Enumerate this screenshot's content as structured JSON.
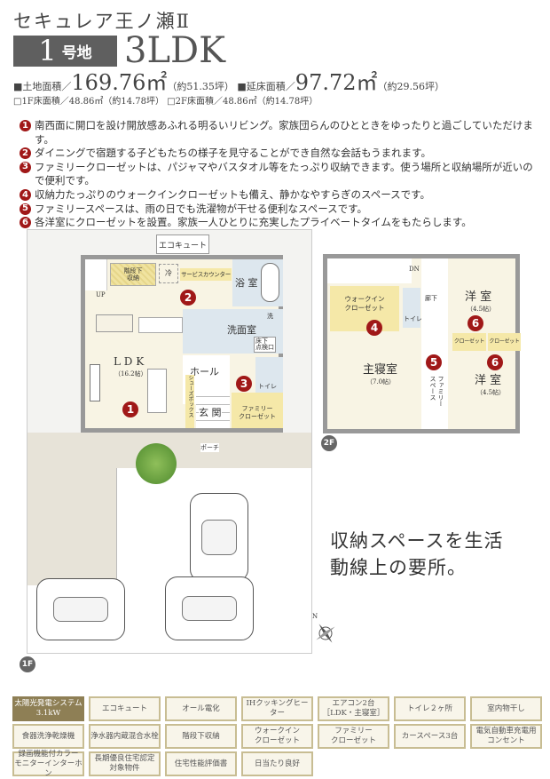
{
  "header": {
    "property_name": "セキュレア王ノ瀬Ⅱ",
    "lot_number": "1",
    "lot_label": "号地",
    "plan_type": "3LDK",
    "land_area_label": "■土地面積／",
    "land_area_value": "169.76㎡",
    "land_area_tsubo": "（約51.35坪）",
    "floor_area_label": "■延床面積／",
    "floor_area_value": "97.72㎡",
    "floor_area_tsubo": "（約29.56坪）",
    "floor1_area": "□1F床面積／48.86㎡（約14.78坪）",
    "floor2_area": "□2F床面積／48.86㎡（約14.78坪）"
  },
  "description": [
    {
      "num": "1",
      "text": "南西面に開口を設け開放感あふれる明るいリビング。家族団らんのひとときをゆったりと過ごしていただけます。"
    },
    {
      "num": "2",
      "text": "ダイニングで宿題する子どもたちの様子を見守ることができ自然な会話もうまれます。"
    },
    {
      "num": "3",
      "text": "ファミリークローゼットは、パジャマやバスタオル等をたっぷり収納できます。使う場所と収納場所が近いので便利です。"
    },
    {
      "num": "4",
      "text": "収納力たっぷりのウォークインクローゼットも備え、静かなやすらぎのスペースです。"
    },
    {
      "num": "5",
      "text": "ファミリースペースは、雨の日でも洗濯物が干せる便利なスペースです。"
    },
    {
      "num": "6",
      "text": "各洋室にクローゼットを設置。家族一人ひとりに充実したプライベートタイムをもたらします。"
    }
  ],
  "floor1": {
    "tag": "1F",
    "ecocute": "エコキュート",
    "stair_storage": "階段下\n収納",
    "fridge": "冷",
    "service_counter": "サービスカウンター",
    "bath": "浴 室",
    "washroom": "洗面室",
    "washer": "洗",
    "underfloor": "床下\n点検口",
    "ldk": "L D K",
    "ldk_size": "（16.2帖）",
    "hall": "ホール",
    "toilet": "トイレ",
    "shoebox": "シューズボックス",
    "entrance": "玄 関",
    "family_closet": "ファミリー\nクローゼット",
    "porch": "ポーチ",
    "up": "UP"
  },
  "floor2": {
    "tag": "2F",
    "dn": "DN",
    "walkin": "ウォークイン\nクローゼット",
    "toilet": "トイレ",
    "corridor": "廊下",
    "western1": "洋 室",
    "western1_size": "（4.5帖）",
    "closet1": "クローゼット",
    "closet2": "クローゼット",
    "master": "主寝室",
    "master_size": "（7.0帖）",
    "family_space": "ファミリー\nスペース",
    "western2": "洋 室",
    "western2_size": "（4.5帖）"
  },
  "slogan": [
    "収納スペースを生活",
    "動線上の要所。"
  ],
  "compass": "N",
  "features": [
    {
      "label": "太陽光発電システム\n3.1kW",
      "highlight": true
    },
    {
      "label": "エコキュート"
    },
    {
      "label": "オール電化"
    },
    {
      "label": "IHクッキングヒーター"
    },
    {
      "label": "エアコン2台\n［LDK・主寝室］"
    },
    {
      "label": "トイレ２ヶ所"
    },
    {
      "label": "室内物干し"
    },
    {
      "label": "食器洗浄乾燥機"
    },
    {
      "label": "浄水器内蔵混合水栓"
    },
    {
      "label": "階段下収納"
    },
    {
      "label": "ウォークイン\nクローゼット"
    },
    {
      "label": "ファミリー\nクローゼット"
    },
    {
      "label": "カースペース3台"
    },
    {
      "label": "電気自動車充電用\nコンセント"
    },
    {
      "label": "録画機能付カラー\nモニターインターホン"
    },
    {
      "label": "長期優良住宅認定\n対象物件"
    },
    {
      "label": "住宅性能評価書"
    },
    {
      "label": "日当たり良好"
    }
  ],
  "colors": {
    "accent_red": "#a01818",
    "lot_box": "#5f5f5f",
    "feature_highlight": "#8e7f55",
    "feature_border": "#c8bd93"
  }
}
